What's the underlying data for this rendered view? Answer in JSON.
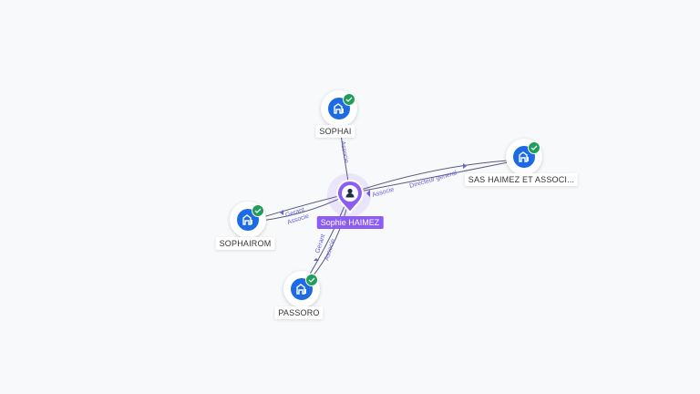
{
  "colors": {
    "edge": "#5a5a7a",
    "edge_label": "#6b5fd6",
    "company": "#1d6ae5",
    "verified": "#1e9e59",
    "person": "#8b5cf6"
  },
  "person": {
    "name": "Sophie HAIMEZ",
    "icon": "person-icon"
  },
  "companies": [
    {
      "id": "sophai",
      "name": "SOPHAI",
      "icon": "building-icon",
      "verified": true
    },
    {
      "id": "sas",
      "name": "SAS HAIMEZ ET ASSOCI...",
      "icon": "building-icon",
      "verified": true
    },
    {
      "id": "sophairom",
      "name": "SOPHAIROM",
      "icon": "building-icon",
      "verified": true
    },
    {
      "id": "passoro",
      "name": "PASSORO",
      "icon": "building-icon",
      "verified": true
    }
  ],
  "relations": {
    "sophai": [
      "Associe"
    ],
    "sas": [
      "Associe",
      "Directeur general"
    ],
    "sophairom": [
      "Gerant",
      "Associe"
    ],
    "passoro": [
      "Gerant",
      "Associe"
    ]
  }
}
